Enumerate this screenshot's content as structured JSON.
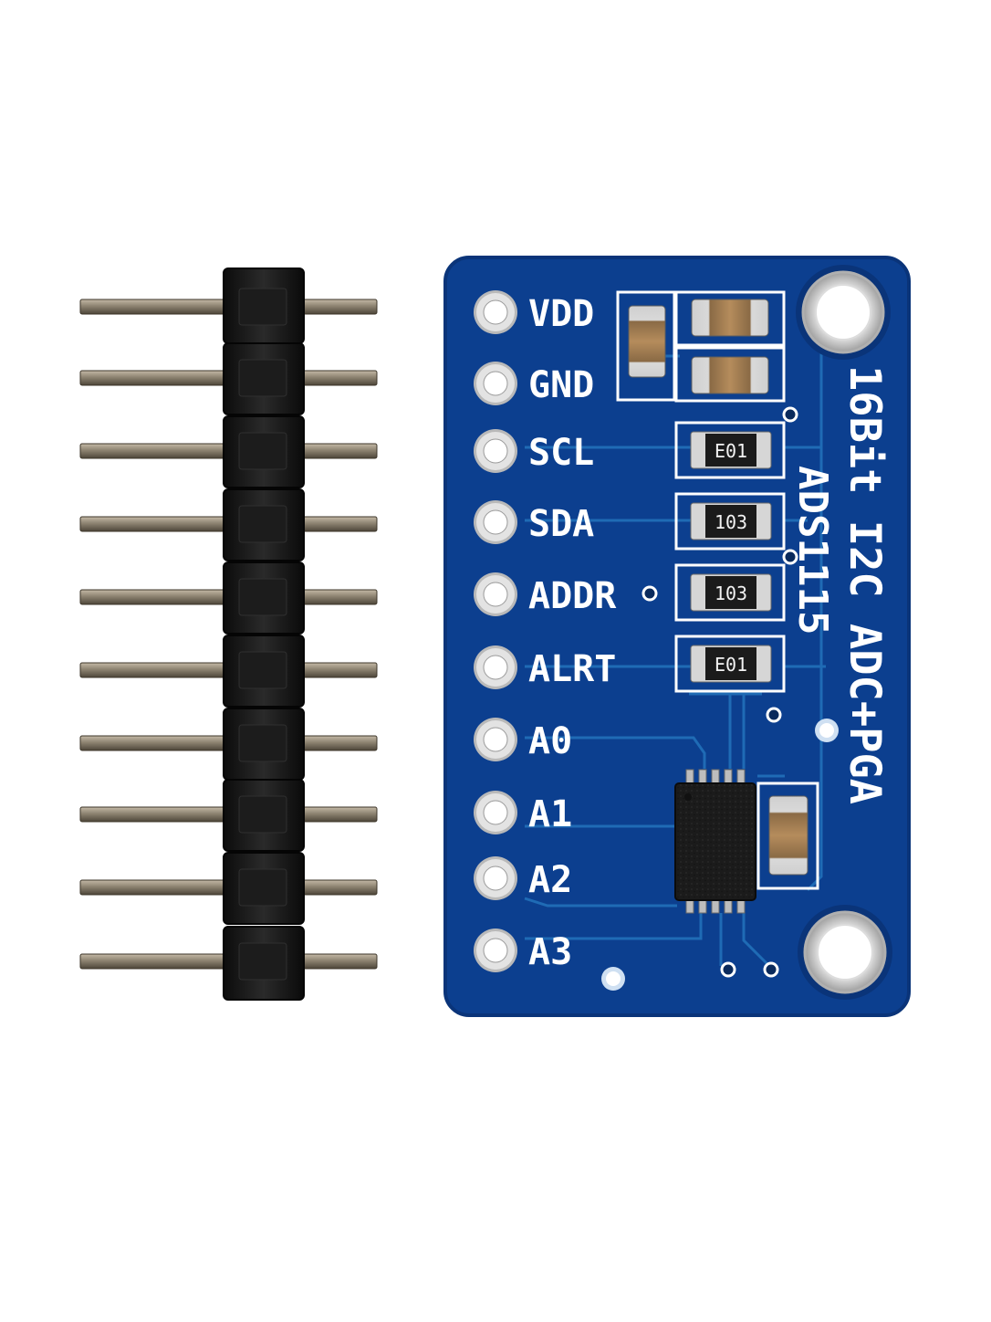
{
  "board": {
    "pin_labels": [
      "VDD",
      "GND",
      "SCL",
      "SDA",
      "ADDR",
      "ALRT",
      "A0",
      "A1",
      "A2",
      "A3"
    ],
    "silkscreen_line_1": "16Bit I2C ADC+PGA",
    "silkscreen_line_2": "ADS1115",
    "resistor_codes": [
      "E01",
      "103",
      "103",
      "E01"
    ]
  },
  "colors": {
    "pcb_blue": "#0c3f8f",
    "pcb_edge": "#0a3479",
    "trace": "#1f6bb5",
    "silkscreen": "#ffffff",
    "pad_silver": "#c9c9c9",
    "header_plastic": "#121212",
    "header_pin": "#8a8070"
  },
  "icons": {
    "header": "pin-header-10-icon",
    "chip": "msop-10-chip-icon",
    "resistor": "smd-resistor-icon",
    "capacitor": "smd-capacitor-icon",
    "mount_hole": "mounting-hole-icon"
  }
}
